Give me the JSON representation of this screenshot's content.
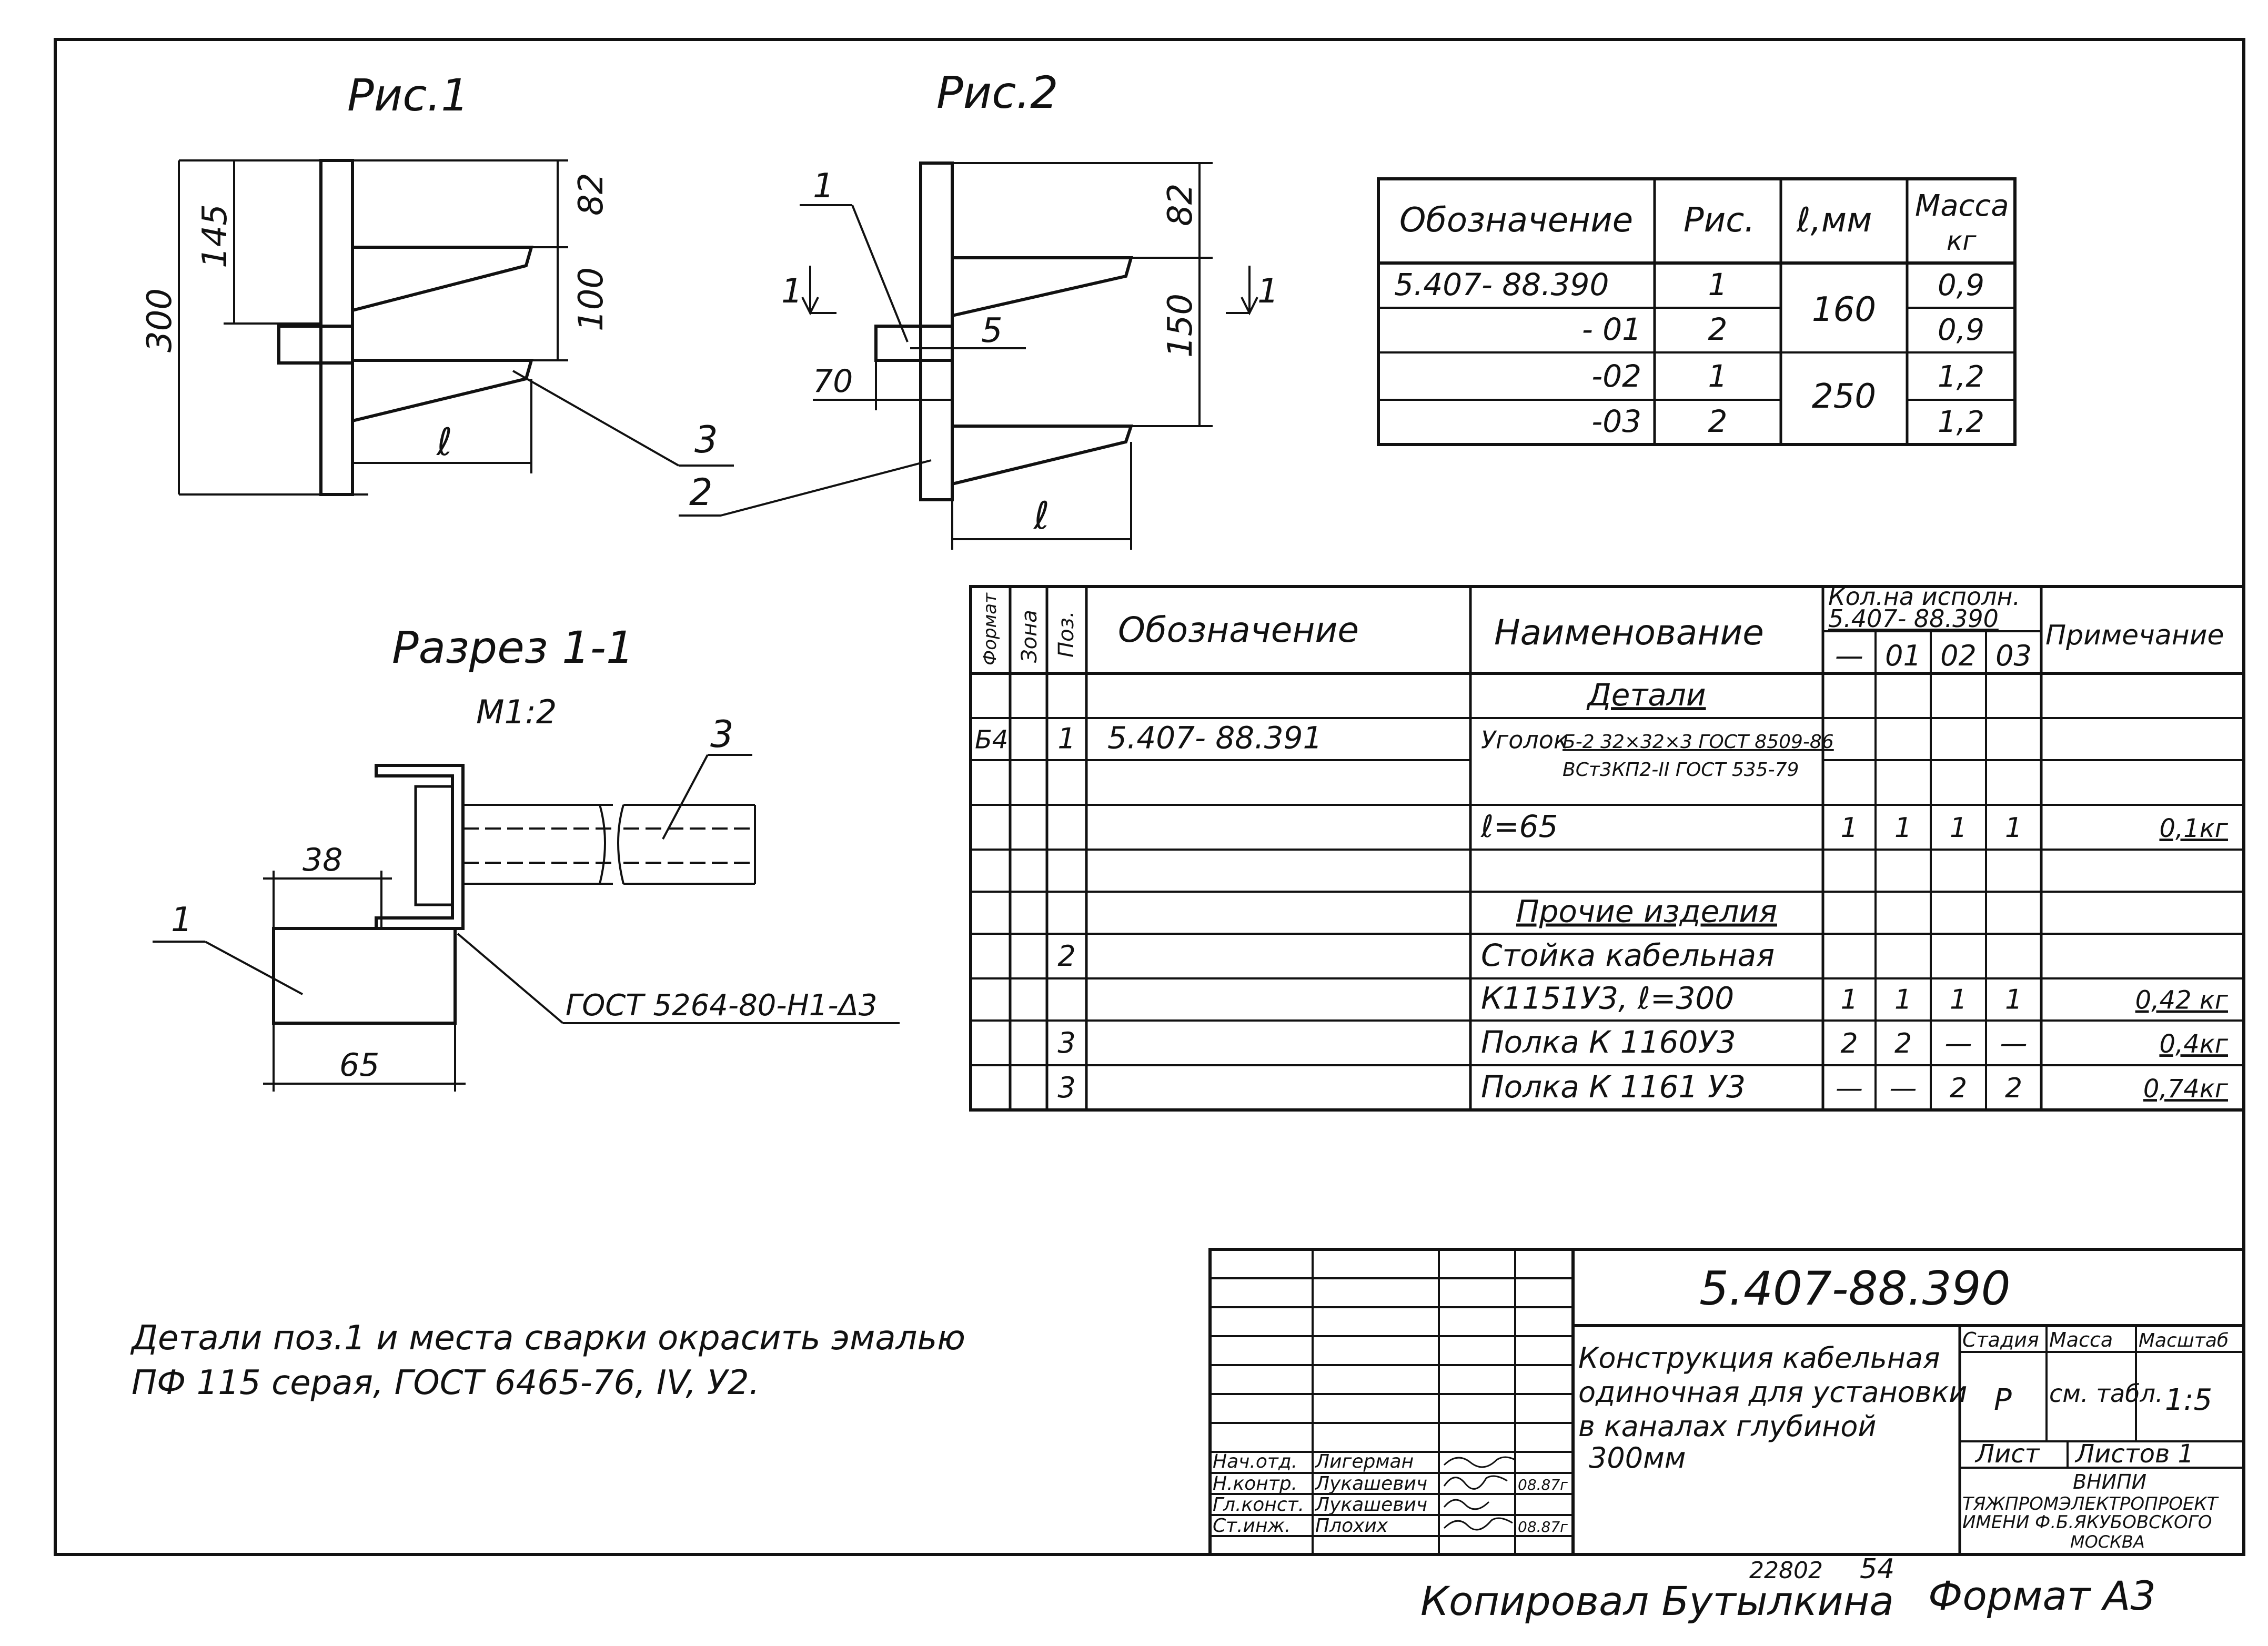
{
  "figures": {
    "fig1": {
      "title": "Рис.1",
      "dims": {
        "total": "300",
        "top": "145",
        "gap_top": "82",
        "gap_mid": "100",
        "length": "ℓ"
      },
      "callout": "3"
    },
    "fig2": {
      "title": "Рис.2",
      "dims": {
        "gap_top": "82",
        "gap_mid": "150",
        "offset": "70",
        "length": "ℓ"
      },
      "callouts": {
        "c1": "1",
        "c2": "2",
        "c5": "5"
      },
      "section_marks": {
        "left": "1",
        "right": "1"
      }
    },
    "section": {
      "title": "Разрез 1-1",
      "scale": "М1:2",
      "dims": {
        "d38": "38",
        "d65": "65"
      },
      "callouts": {
        "c1": "1",
        "c3": "3"
      },
      "weld_note": "ГОСТ 5264-80-Н1-Δ3"
    }
  },
  "variants_table": {
    "headers": [
      "Обозначение",
      "Рис.",
      "ℓ,мм",
      "Масса кг"
    ],
    "rows": [
      {
        "designation": "5.407- 88.390",
        "fig": "1",
        "mass": "0,9"
      },
      {
        "designation": "- 01",
        "fig": "2",
        "mass": "0,9"
      },
      {
        "designation": "-02",
        "fig": "1",
        "mass": "1,2"
      },
      {
        "designation": "-03",
        "fig": "2",
        "mass": "1,2"
      }
    ],
    "lengths": [
      "160",
      "250"
    ]
  },
  "spec_table": {
    "headers": {
      "format": "Формат",
      "zone": "Зона",
      "pos": "Поз.",
      "designation": "Обозначение",
      "name": "Наименование",
      "qty": "Кол.на исполн.",
      "qty_doc": "5.407- 88.390",
      "variants": [
        "—",
        "01",
        "02",
        "03"
      ],
      "note": "Примечание"
    },
    "rows": [
      {
        "format": "",
        "zone": "",
        "pos": "",
        "designation": "",
        "name": "Детали",
        "q": [
          "",
          "",
          "",
          ""
        ],
        "note": "",
        "heading": true
      },
      {
        "format": "Б4",
        "zone": "",
        "pos": "1",
        "designation": "5.407- 88.391",
        "name": "Уголок",
        "q": [
          "",
          "",
          "",
          ""
        ],
        "note": ""
      },
      {
        "format": "",
        "zone": "",
        "pos": "",
        "designation": "",
        "name": "",
        "q": [
          "",
          "",
          "",
          ""
        ],
        "note": ""
      },
      {
        "format": "",
        "zone": "",
        "pos": "",
        "designation": "",
        "name": "ℓ=65",
        "q": [
          "1",
          "1",
          "1",
          "1"
        ],
        "note": "0,1кг"
      },
      {
        "format": "",
        "zone": "",
        "pos": "",
        "designation": "",
        "name": "",
        "q": [
          "",
          "",
          "",
          ""
        ],
        "note": ""
      },
      {
        "format": "",
        "zone": "",
        "pos": "",
        "designation": "",
        "name": "Прочие изделия",
        "q": [
          "",
          "",
          "",
          ""
        ],
        "note": "",
        "heading": true
      },
      {
        "format": "",
        "zone": "",
        "pos": "2",
        "designation": "",
        "name": "Стойка кабельная",
        "q": [
          "",
          "",
          "",
          ""
        ],
        "note": ""
      },
      {
        "format": "",
        "zone": "",
        "pos": "",
        "designation": "",
        "name": "К1151У3,    ℓ=300",
        "q": [
          "1",
          "1",
          "1",
          "1"
        ],
        "note": "0,42 кг"
      },
      {
        "format": "",
        "zone": "",
        "pos": "3",
        "designation": "",
        "name": "Полка К 1160У3",
        "q": [
          "2",
          "2",
          "—",
          "—"
        ],
        "note": "0,4кг"
      },
      {
        "format": "",
        "zone": "",
        "pos": "3",
        "designation": "",
        "name": "Полка К 1161 У3",
        "q": [
          "—",
          "—",
          "2",
          "2"
        ],
        "note": "0,74кг"
      }
    ],
    "angle_spec": {
      "line1": "Б-2 32×32×3 ГОСТ 8509-86",
      "line2": "ВСт3КП2-II ГОСТ 535-79"
    }
  },
  "note": {
    "line1": "Детали поз.1 и места сварки окрасить эмалью",
    "line2": "ПФ 115 серая, ГОСТ 6465-76, IV, У2."
  },
  "title_block": {
    "doc_number": "5.407-88.390",
    "title_lines": [
      "Конструкция кабельная",
      "одиночная для установки",
      "в каналах глубиной",
      "300мм"
    ],
    "stage_label": "Стадия",
    "stage": "Р",
    "mass_label": "Масса",
    "mass": "см. табл.",
    "scale_label": "Масштаб",
    "scale": "1:5",
    "sheet_label": "Лист",
    "sheets_label": "Листов 1",
    "org_lines": [
      "ВНИПИ",
      "ТЯЖПРОМЭЛЕКТРОПРОЕКТ",
      "ИМЕНИ Ф.Б.ЯКУБОВСКОГО",
      "МОСКВА"
    ],
    "signatures": [
      {
        "role": "Нач.отд.",
        "name": "Лигерман",
        "date": ""
      },
      {
        "role": "Н.контр.",
        "name": "Лукашевич",
        "date": "08.87г"
      },
      {
        "role": "Гл.конст.",
        "name": "Лукашевич",
        "date": ""
      },
      {
        "role": "Ст.инж.",
        "name": "Плохих",
        "date": "08.87г"
      }
    ]
  },
  "footer": {
    "copied_by": "Копировал Бутылкина",
    "inventory": "22802",
    "page": "54",
    "format": "Формат А3"
  }
}
